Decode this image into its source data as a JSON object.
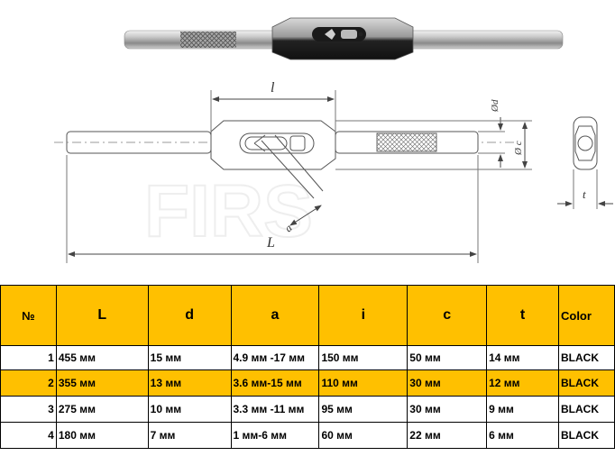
{
  "drawing": {
    "dim_l": "l",
    "dim_L": "L",
    "dim_d": "Ød",
    "dim_c": "Ø c",
    "dim_a": "a",
    "dim_t": "t",
    "watermark": "FIRS"
  },
  "table": {
    "columns": [
      "№",
      "L",
      "d",
      "a",
      "i",
      "c",
      "t",
      "Color"
    ],
    "rows": [
      [
        "1",
        "455 мм",
        "15 мм",
        "4.9 мм -17 мм",
        "150 мм",
        "50 мм",
        "14 мм",
        "BLACK"
      ],
      [
        "2",
        "355 мм",
        "13 мм",
        "3.6 мм-15 мм",
        "110 мм",
        "30 мм",
        "12 мм",
        "BLACK"
      ],
      [
        "3",
        "275 мм",
        "10 мм",
        "3.3 мм -11 мм",
        "95  мм",
        "30 мм",
        "9 мм",
        "BLACK"
      ],
      [
        "4",
        "180 мм",
        "7 мм",
        "1 мм-6 мм",
        "60 мм",
        "22 мм",
        "6 мм",
        "BLACK"
      ]
    ],
    "highlight_row": 2,
    "highlight_color": "#ffc000"
  }
}
